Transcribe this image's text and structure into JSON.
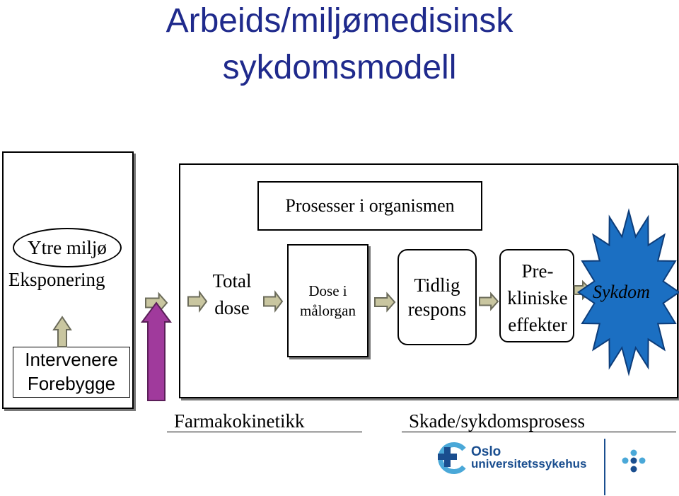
{
  "title": {
    "line1": "Arbeids/miljømedisinsk",
    "line2": "sykdomsmodell"
  },
  "left_panel": {
    "ytre_miljo": "Ytre miljø",
    "eksponering": "Eksponering",
    "intervenere": "Intervenere",
    "forebygge": "Forebygge"
  },
  "main_panel": {
    "processes_label": "Prosesser i organismen",
    "total_dose_line1": "Total",
    "total_dose_line2": "dose",
    "dose_target_line1": "Dose i",
    "dose_target_line2": "målorgan",
    "tidlig_line1": "Tidlig",
    "tidlig_line2": "respons",
    "pre_line1": "Pre-",
    "pre_line2": "kliniske",
    "pre_line3": "effekter",
    "sykdom": "Sykdom"
  },
  "bottom_labels": {
    "farmakokinetikk": "Farmakokinetikk",
    "skade": "Skade/sykdomsprosess"
  },
  "logo": {
    "line1": "Oslo",
    "line2": "universitetssykehus"
  },
  "colors": {
    "title": "#1f2a8c",
    "arrow_fill": "#c9c6a0",
    "arrow_stroke": "#6b6b5a",
    "purple_arrow": "#a03a9c",
    "star_fill": "#1b6fc2",
    "star_stroke": "#0d3d7a",
    "logo_blue": "#1a4e8f"
  },
  "icons": {
    "process_arrow": "right-arrow-icon",
    "intervention_arrow": "up-arrow-icon",
    "disease_burst": "burst-star-icon",
    "logo_mark": "oslo-logo-icon"
  }
}
